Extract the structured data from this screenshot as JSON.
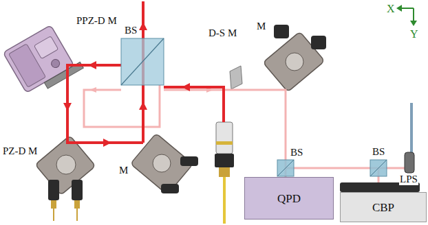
{
  "diagram": {
    "nodes": [
      {
        "text": [
          "BS"
        ]
      },
      {
        "text": [
          "QPD"
        ]
      },
      {
        "text": [
          "CBP"
        ]
      }
    ],
    "labels": [
      "X",
      "Y",
      "PPZ-D M",
      "D-S M",
      "M",
      "PZ-D M",
      "M",
      "BS",
      "BS",
      "LPS"
    ]
  }
}
